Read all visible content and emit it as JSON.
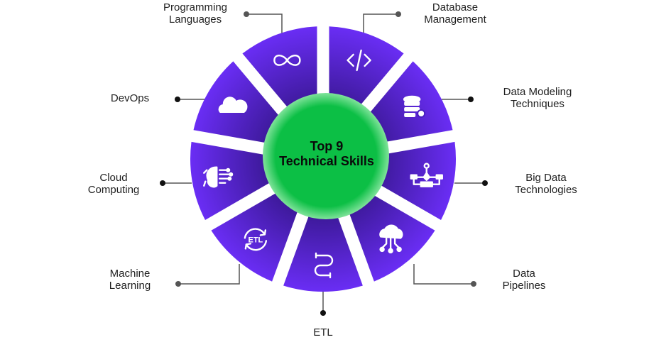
{
  "center": {
    "line1": "Top 9",
    "line2": "Technical Skills"
  },
  "colors": {
    "segment_light": "#6b2ef7",
    "segment_dark": "#3f1a9e",
    "center": "#0cbf45",
    "leader": "#555555"
  },
  "skills": [
    {
      "line1": "Programming",
      "line2": "Languages",
      "icon": "code-icon"
    },
    {
      "line1": "Database",
      "line2": "Management",
      "icon": "database-gear-icon"
    },
    {
      "line1": "Data Modeling",
      "line2": "Techniques",
      "icon": "flowchart-icon"
    },
    {
      "line1": "Big Data",
      "line2": "Technologies",
      "icon": "cloud-network-icon"
    },
    {
      "line1": "Data",
      "line2": "Pipelines",
      "icon": "pipeline-icon"
    },
    {
      "line1": "ETL",
      "line2": "",
      "icon": "etl-cycle-icon"
    },
    {
      "line1": "Machine",
      "line2": "Learning",
      "icon": "brain-circuit-icon"
    },
    {
      "line1": "Cloud",
      "line2": "Computing",
      "icon": "cloud-icon"
    },
    {
      "line1": "DevOps",
      "line2": "",
      "icon": "infinity-icon"
    }
  ]
}
